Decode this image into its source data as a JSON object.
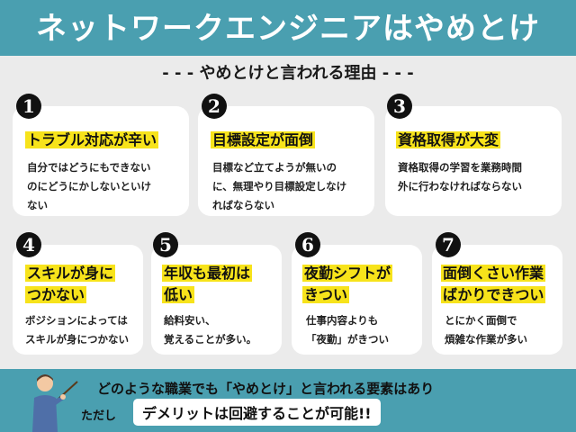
{
  "banner_title": "ネットワークエンジニアはやめとけ",
  "subtitle": "- - -   やめとけと言われる理由   - - -",
  "reasons": [
    {
      "number": "1",
      "title": "トラブル対応が辛い",
      "title2": "",
      "body": "自分ではどうにもできない",
      "body2": "のにどうにかしないといけ",
      "body3": "ない"
    },
    {
      "number": "2",
      "title": "目標設定が面倒",
      "title2": "",
      "body": "目標など立てようが無いの",
      "body2": "に、無理やり目標設定しなけ",
      "body3": "ればならない"
    },
    {
      "number": "3",
      "title": "資格取得が大変",
      "title2": "",
      "body": "資格取得の学習を業務時間",
      "body2": "外に行わなければならない",
      "body3": ""
    },
    {
      "number": "4",
      "title": "スキルが身に",
      "title2": "つかない",
      "body": "ボジションによっては",
      "body2": "スキルが身につかない",
      "body3": ""
    },
    {
      "number": "5",
      "title": "年収も最初は",
      "title2": "低い",
      "body": "給料安い、",
      "body2": "覚えることが多い。",
      "body3": ""
    },
    {
      "number": "6",
      "title": "夜勤シフトが",
      "title2": "きつい",
      "body": "仕事内容よりも",
      "body2": "「夜勤」がきつい",
      "body3": ""
    },
    {
      "number": "7",
      "title": "面倒くさい作業",
      "title2": "ばかりできつい",
      "body": "とにかく面倒で",
      "body2": "煩雑な作業が多い",
      "body3": ""
    }
  ],
  "footer": {
    "line1": "どのような職業でも「やめとけ」と言われる要素はあり",
    "tag": "ただし",
    "line2": "デメリットは回避することが可能!!"
  },
  "colors": {
    "banner": "#4a9fb0",
    "highlight": "#f7e31b",
    "background": "#ebebeb"
  }
}
